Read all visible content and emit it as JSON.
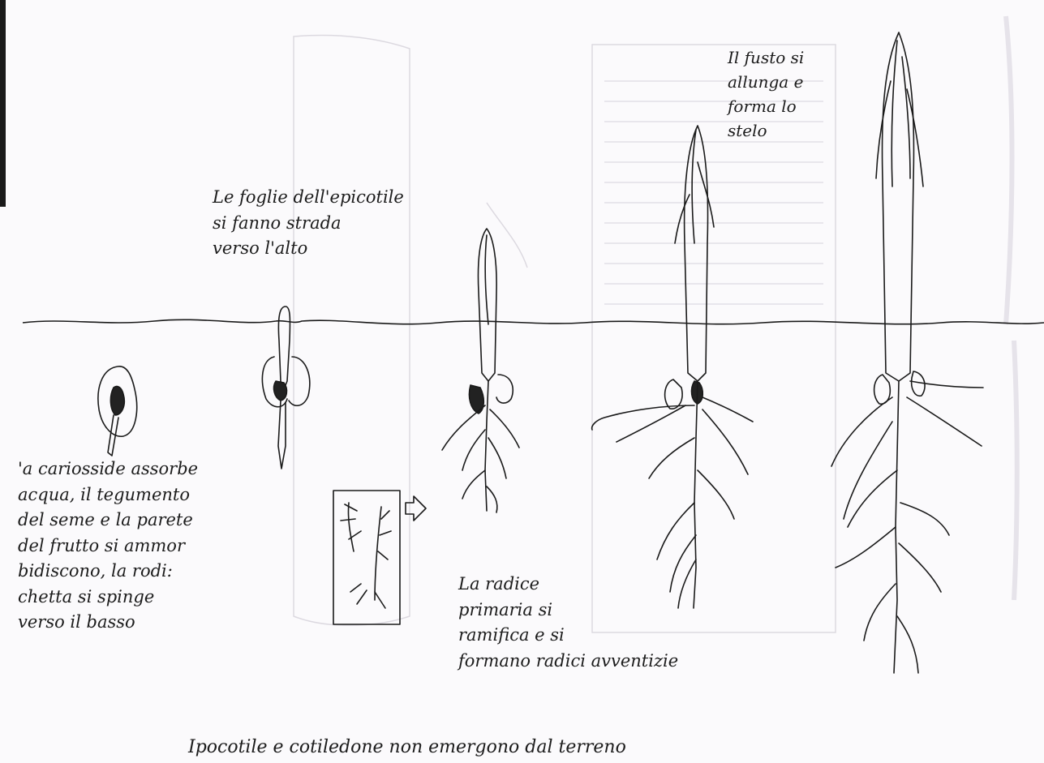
{
  "labels": {
    "step1": "'a cariosside assorbe\nacqua, il tegumento\ndel seme e la parete\ndel frutto si ammor\nbidiscono, la rodi:\nchetta si spinge\nverso il basso",
    "step2": "Le foglie dell'epicotile\nsi fanno strada\nverso l'alto",
    "step3": "La radice\nprimaria si\nramifica e si\nformano radici avventizie",
    "step4": "Il fusto si\nallunga e\nforma lo\nstelo",
    "bottom": "Ipocotile e cotiledone non emergono dal terreno"
  },
  "colors": {
    "ink": "#1a1a1a",
    "paper": "#fbfafc",
    "ghost": "#d8d6dc"
  }
}
